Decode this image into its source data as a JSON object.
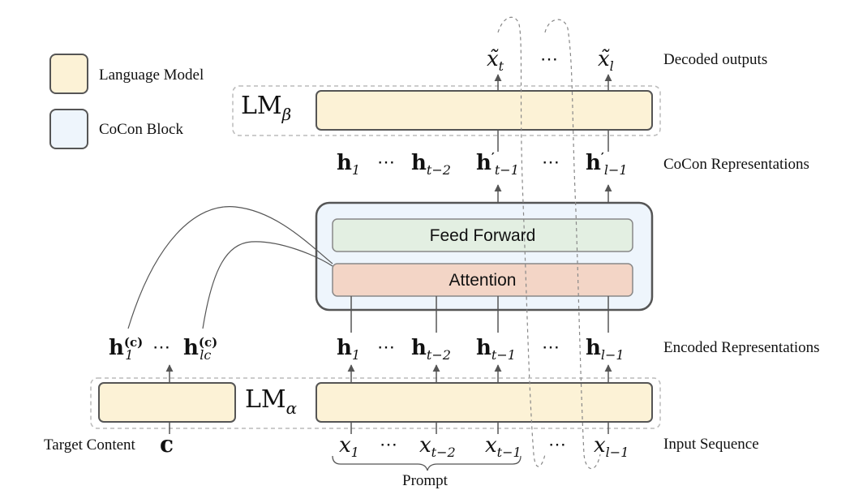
{
  "legend": {
    "items": [
      {
        "label": "Language Model",
        "color": "#fcf2d6"
      },
      {
        "label": "CoCon Block",
        "color": "#eef5fc"
      }
    ]
  },
  "colors": {
    "lm_fill": "#fcf2d6",
    "cocon_fill": "#eef5fc",
    "ff_fill": "#e3efe2",
    "att_fill": "#f3d5c6",
    "stroke": "#555555",
    "dashed": "#aaaaaa"
  },
  "blocks": {
    "lm_beta": {
      "name": "LM",
      "sub": "β"
    },
    "lm_alpha": {
      "name": "LM",
      "sub": "α"
    },
    "feed_forward": "Feed Forward",
    "attention": "Attention"
  },
  "row_labels": {
    "decoded": "Decoded outputs",
    "cocon": "CoCon Representations",
    "encoded": "Encoded Representations",
    "input": "Input Sequence",
    "target": "Target Content",
    "prompt": "Prompt"
  },
  "decoded_outputs": [
    {
      "base": "x̃",
      "sub": "t"
    },
    {
      "base": "⋯",
      "sub": ""
    },
    {
      "base": "x̃",
      "sub": "l"
    }
  ],
  "cocon_reps": [
    {
      "base": "h",
      "sub": "1",
      "prime": ""
    },
    {
      "base": "⋯",
      "sub": "",
      "prime": ""
    },
    {
      "base": "h",
      "sub": "t−2",
      "prime": ""
    },
    {
      "base": "h",
      "sub": "t−1",
      "prime": "′"
    },
    {
      "base": "⋯",
      "sub": "",
      "prime": ""
    },
    {
      "base": "h",
      "sub": "l−1",
      "prime": "′"
    }
  ],
  "encoded_reps": [
    {
      "base": "h",
      "sub": "1"
    },
    {
      "base": "⋯",
      "sub": ""
    },
    {
      "base": "h",
      "sub": "t−2"
    },
    {
      "base": "h",
      "sub": "t−1"
    },
    {
      "base": "⋯",
      "sub": ""
    },
    {
      "base": "h",
      "sub": "l−1"
    }
  ],
  "content_reps": [
    {
      "base": "h",
      "sup": "(c)",
      "sub": "1"
    },
    {
      "base": "⋯",
      "sup": "",
      "sub": ""
    },
    {
      "base": "h",
      "sup": "(c)",
      "sub": "lc"
    }
  ],
  "inputs": [
    {
      "base": "x",
      "sub": "1"
    },
    {
      "base": "⋯",
      "sub": ""
    },
    {
      "base": "x",
      "sub": "t−2"
    },
    {
      "base": "x",
      "sub": "t−1"
    },
    {
      "base": "⋯",
      "sub": ""
    },
    {
      "base": "x",
      "sub": "l−1"
    }
  ],
  "target_symbol": "c"
}
